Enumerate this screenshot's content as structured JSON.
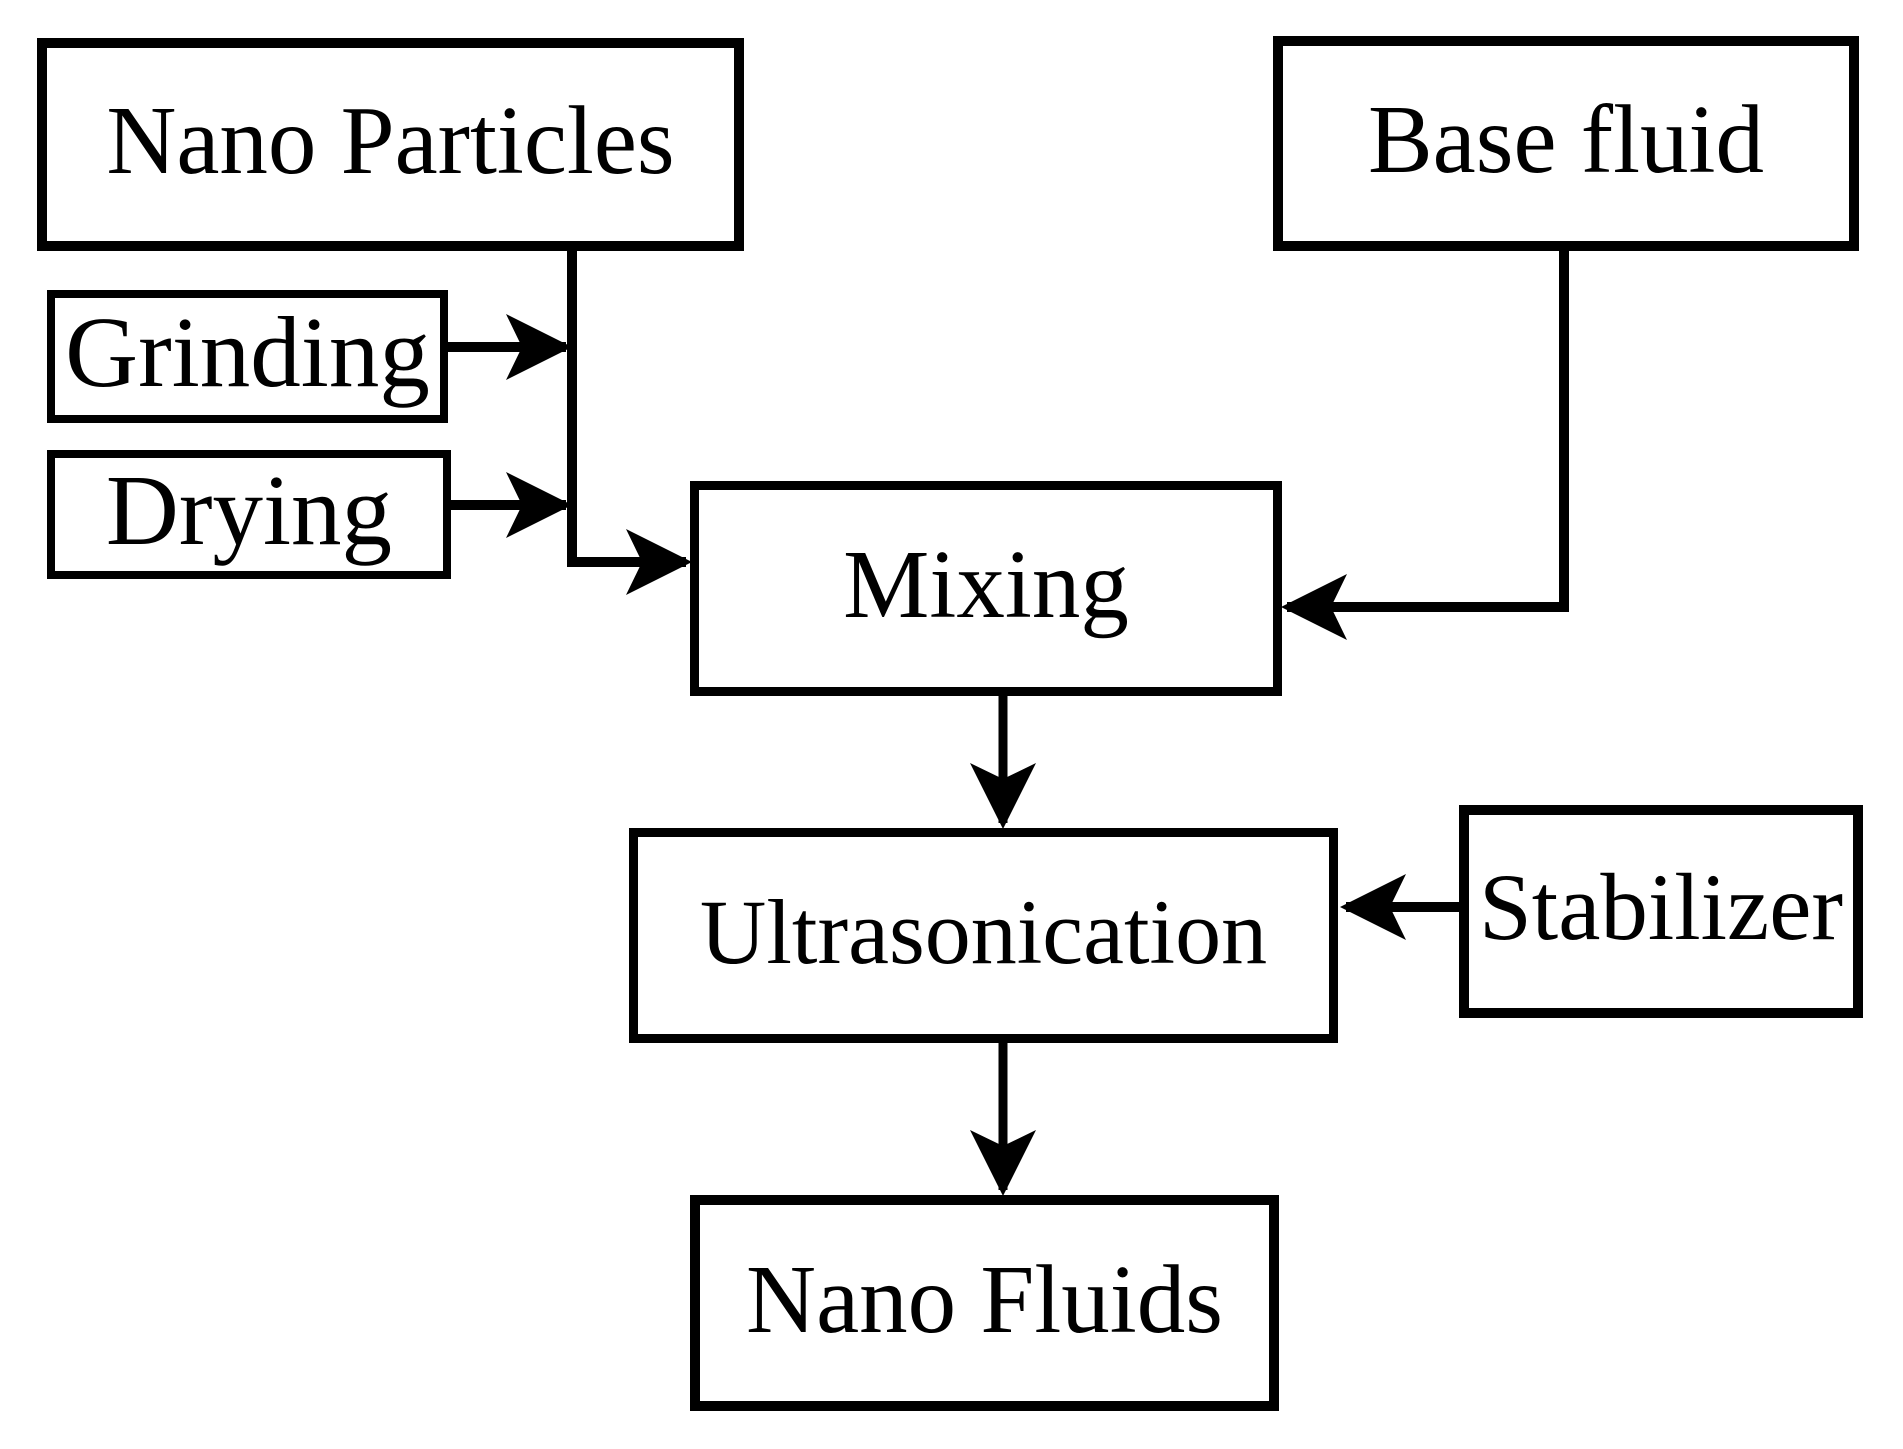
{
  "diagram": {
    "type": "flowchart",
    "background_color": "#ffffff",
    "line_color": "#000000",
    "box_fill_color": "#ffffff",
    "text_color": "#000000",
    "nodes": {
      "nano_particles": {
        "label": "Nano Particles"
      },
      "base_fluid": {
        "label": "Base fluid"
      },
      "grinding": {
        "label": "Grinding"
      },
      "drying": {
        "label": "Drying"
      },
      "mixing": {
        "label": "Mixing"
      },
      "ultrasonication": {
        "label": "Ultrasonication"
      },
      "stabilizer": {
        "label": "Stabilizer"
      },
      "nano_fluids": {
        "label": "Nano Fluids"
      }
    },
    "edges": [
      {
        "from": "Nano Particles",
        "to": "Mixing",
        "style": "elbow-down-right-arrow"
      },
      {
        "from": "Grinding",
        "to": "Nano Particles connector line",
        "style": "right-arrow"
      },
      {
        "from": "Drying",
        "to": "Nano Particles connector line",
        "style": "right-arrow"
      },
      {
        "from": "Base fluid",
        "to": "Mixing",
        "style": "elbow-down-left-arrow"
      },
      {
        "from": "Mixing",
        "to": "Ultrasonication",
        "style": "down-arrow"
      },
      {
        "from": "Stabilizer",
        "to": "Ultrasonication",
        "style": "left-arrow"
      },
      {
        "from": "Ultrasonication",
        "to": "Nano Fluids",
        "style": "down-arrow"
      }
    ]
  }
}
